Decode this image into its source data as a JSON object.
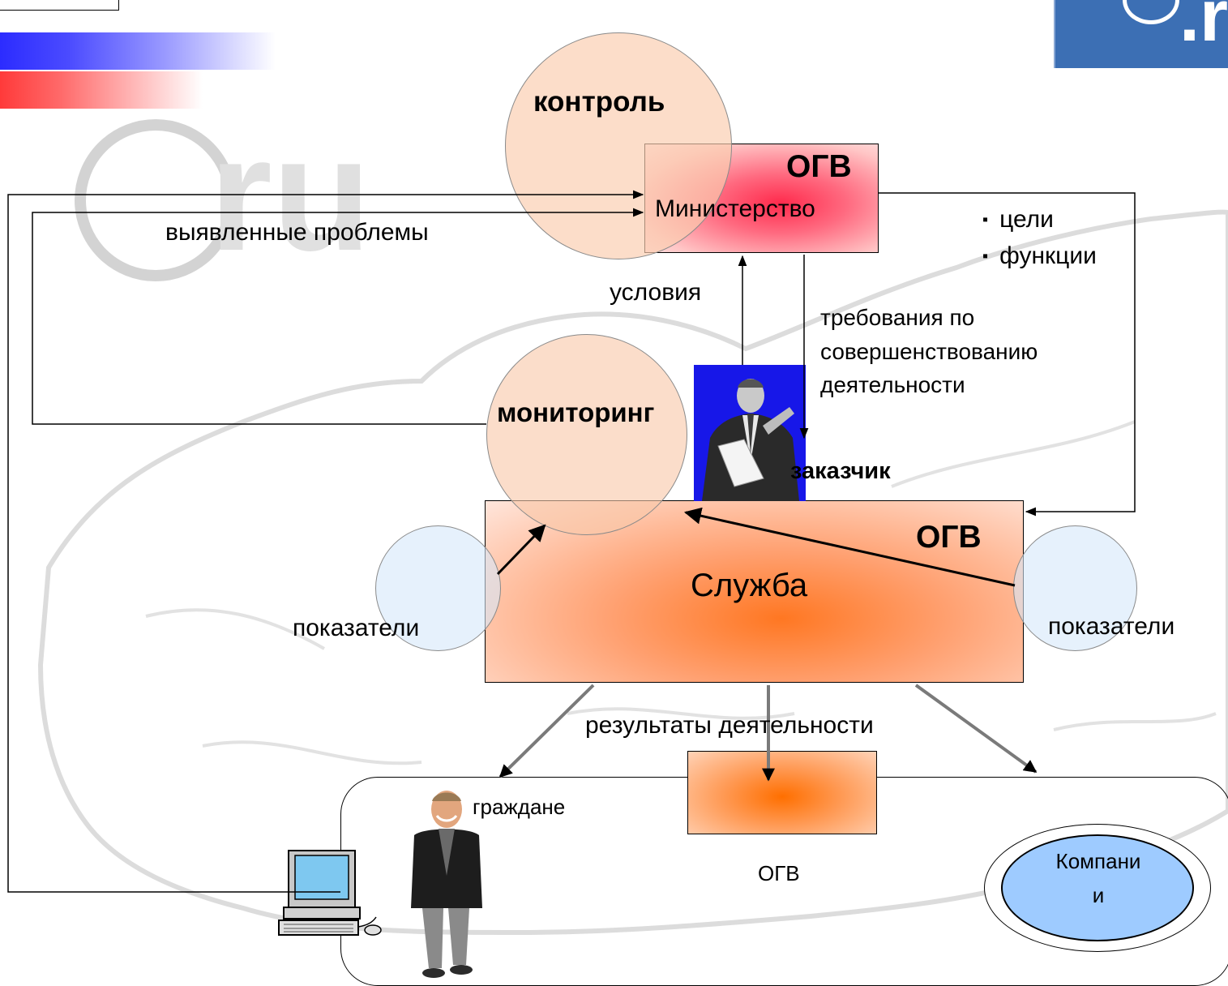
{
  "ministry": {
    "tag": "ОГВ",
    "name": "Министерство"
  },
  "service": {
    "tag": "ОГВ",
    "name": "Служба"
  },
  "circles": {
    "control": "контроль",
    "monitoring": "мониторинг",
    "indicators_left": "показатели",
    "indicators_right": "показатели"
  },
  "labels": {
    "found_problems": "выявленные проблемы",
    "conditions": "условия",
    "requirements": [
      "требования по",
      "совершенствованию",
      "деятельности"
    ],
    "customer": "заказчик",
    "results": "результаты деятельности",
    "citizens": "граждане"
  },
  "bullets": [
    "цели",
    "функции"
  ],
  "bullet_symbol": "▪",
  "bottom": {
    "ogv": "ОГВ",
    "companies_line1": "Компани",
    "companies_line2": "и"
  },
  "logo_text": ".ru",
  "watermark_text": "ru",
  "colors": {
    "ministry_center": "#ff2a4c",
    "service_center": "#ff7722",
    "companies": "#9ecbff",
    "band_blue": "#2c2cff",
    "band_red": "#ff3a3a"
  }
}
